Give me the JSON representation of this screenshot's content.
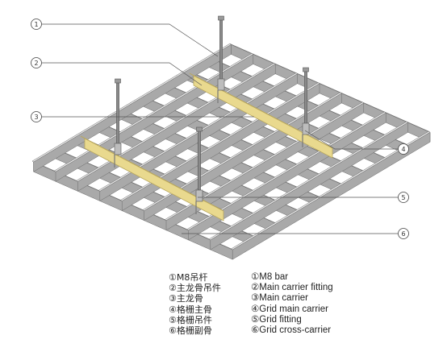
{
  "callouts": [
    {
      "id": "1",
      "symbol": "①"
    },
    {
      "id": "2",
      "symbol": "②"
    },
    {
      "id": "3",
      "symbol": "③"
    },
    {
      "id": "4",
      "symbol": "④"
    },
    {
      "id": "5",
      "symbol": "⑤"
    },
    {
      "id": "6",
      "symbol": "⑥"
    }
  ],
  "legend": {
    "chinese": [
      "①M8吊杆",
      "②主龙骨吊件",
      "③主龙骨",
      "④格栅主骨",
      "⑤格栅吊件",
      "⑥格栅副骨"
    ],
    "english": [
      "①M8 bar",
      "②Main carrier fitting",
      "③Main carrier",
      "④Grid main carrier",
      "⑤Grid fitting",
      "⑥Grid cross-carrier"
    ]
  },
  "colors": {
    "grid_top": "#e6e6e6",
    "grid_side": "#a9a9a9",
    "grid_edge": "#6b6b6b",
    "carrier_fill": "#f3e6ab",
    "carrier_edge": "#b9a75c",
    "rod": "#8a8a8a",
    "leader": "#555555"
  }
}
